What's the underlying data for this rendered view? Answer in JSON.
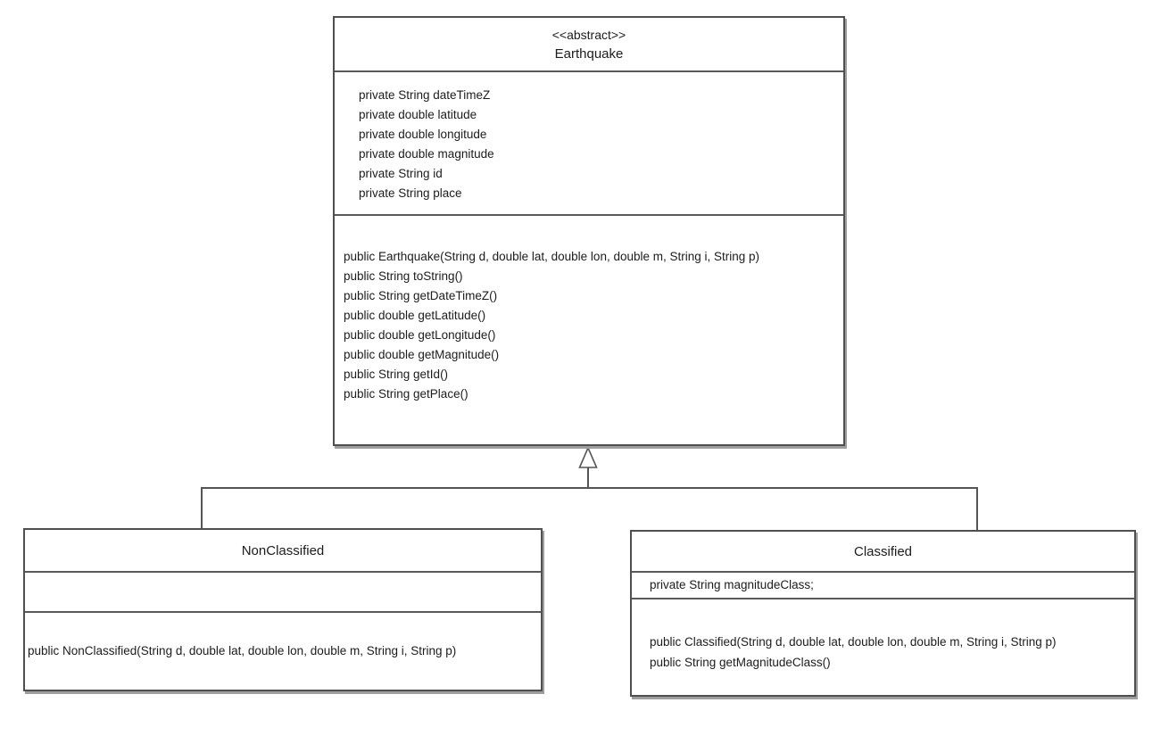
{
  "diagram": {
    "type": "uml-class-diagram",
    "colors": {
      "background": "#ffffff",
      "box_border": "#4f4f4f",
      "separator": "#595959",
      "connector": "#555555",
      "text": "#1c1c1c",
      "shadow": "#9e9e9e"
    },
    "classes": {
      "earthquake": {
        "stereotype": "<<abstract>>",
        "name": "Earthquake",
        "attributes": [
          "private String dateTimeZ",
          "private double latitude",
          "private double longitude",
          "private double magnitude",
          "private String id",
          "private String place"
        ],
        "methods": [
          "public Earthquake(String d, double lat, double lon, double m, String i, String p)",
          "public String toString()",
          "public String getDateTimeZ()",
          "public double getLatitude()",
          "public double getLongitude()",
          "public double getMagnitude()",
          "public String getId()",
          "public String getPlace()"
        ]
      },
      "nonclassified": {
        "name": "NonClassified",
        "attributes": [],
        "methods": [
          "public NonClassified(String d, double lat, double lon, double m, String i, String p)"
        ]
      },
      "classified": {
        "name": "Classified",
        "attributes": [
          "private String magnitudeClass;"
        ],
        "methods": [
          "public Classified(String d, double lat, double lon, double m, String i, String p)",
          "public String getMagnitudeClass()"
        ]
      }
    },
    "relationships": [
      {
        "type": "inheritance",
        "from": "NonClassified",
        "to": "Earthquake"
      },
      {
        "type": "inheritance",
        "from": "Classified",
        "to": "Earthquake"
      }
    ]
  }
}
